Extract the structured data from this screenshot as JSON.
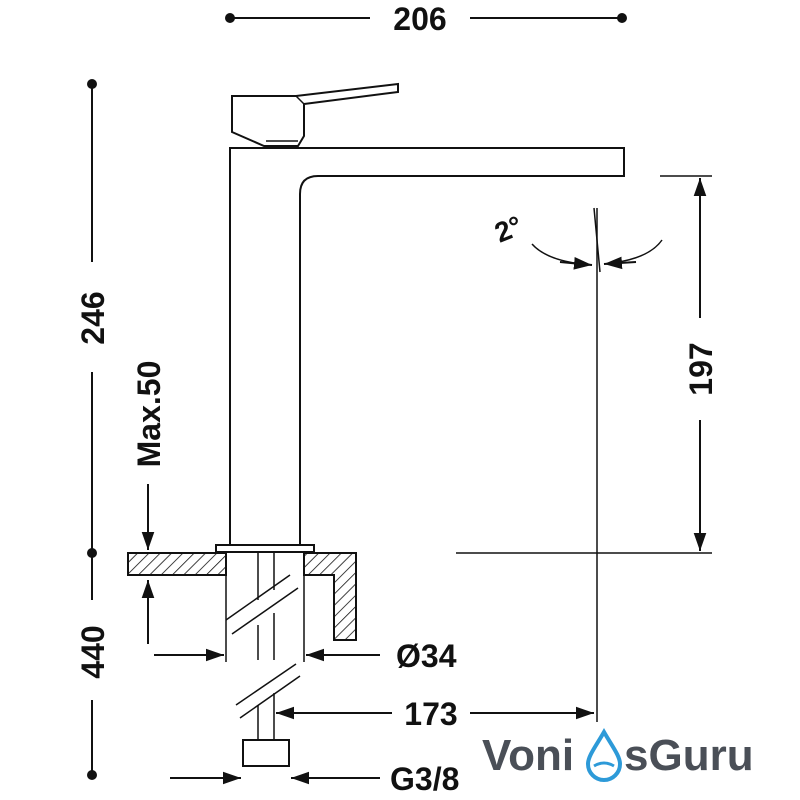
{
  "dimensions": {
    "overall_width": "206",
    "overall_height": "246",
    "spout_height": "197",
    "max_thickness": "Max.50",
    "hose_length": "440",
    "hole_diameter": "Ø34",
    "spout_reach": "173",
    "connection": "G3/8",
    "spout_angle": "2°"
  },
  "watermark": {
    "text_left": "Voni",
    "text_right": "sGuru",
    "colors": {
      "dark": "#4a4f57",
      "blue": "#2d9ad8"
    }
  },
  "colors": {
    "line": "#111111",
    "background": "#ffffff"
  }
}
